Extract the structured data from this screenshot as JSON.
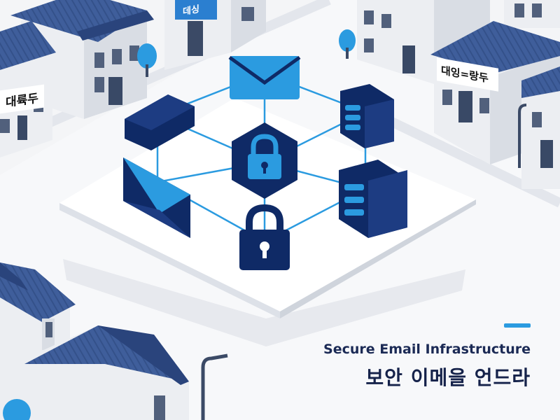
{
  "caption": {
    "title_en": "Secure Email Infrastructure",
    "title_ko": "보안 이메을 언드라",
    "accent_color": "#2b9be0"
  },
  "signs": {
    "left_building": "대륙두",
    "top_building": "데싱",
    "right_building": "대잉=랑두"
  },
  "colors": {
    "navy": "#0f2a66",
    "blue": "#2b9be0",
    "roof": "#3c5a97",
    "wall": "#e9ecf1",
    "ground": "#ffffff",
    "shadow": "#dde1e8"
  },
  "icons": [
    "envelope-icon-top",
    "envelope-icon-left",
    "lock-hexagon-icon",
    "lock-icon-bottom",
    "server-icon-top-right",
    "server-icon-right",
    "device-block-icon",
    "tree-icon",
    "street-lamp-icon"
  ]
}
